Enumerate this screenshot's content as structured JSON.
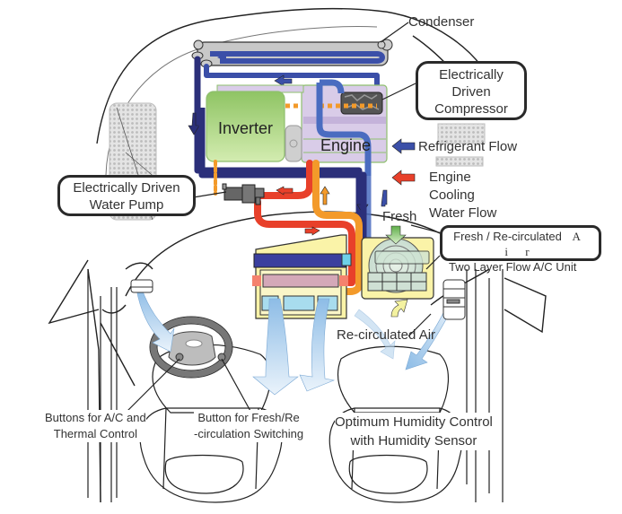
{
  "title": "Electrically driven A/C system layout with two-layer flow A/C unit",
  "colors": {
    "refrigerant": "#3b4fa8",
    "refrigerant_dark": "#2b2f7a",
    "coolant": "#e8402a",
    "coolant_orange": "#f39a2a",
    "inverter_green": "#9ccf6e",
    "engine_lavender": "#d9cce8",
    "ac_unit_yellow": "#faf3a8",
    "air_blue": "#8fbde6",
    "outline": "#222222"
  },
  "components": {
    "condenser": "Condenser",
    "inverter": "Inverter",
    "engine": "Engine",
    "compressor": [
      "Electrically",
      "Driven",
      "Compressor"
    ],
    "water_pump": [
      "Electrically Driven",
      "Water Pump"
    ],
    "ac_unit": "Two Layer Flow A/C Unit",
    "fresh_recirc": [
      "Fresh / Re-circulated",
      "A",
      "i r"
    ]
  },
  "legend": {
    "refrigerant_flow": "Refrigerant Flow",
    "coolant_flow": [
      "Engine",
      "Cooling",
      "Water Flow"
    ]
  },
  "air_labels": {
    "fresh": "Fresh",
    "recirculated": "Re-circulated Air"
  },
  "cabin_labels": {
    "ac_buttons": [
      "Buttons for A/C and",
      "Thermal Control"
    ],
    "fresh_button": [
      "Button for Fresh/Re",
      "-circulation Switching"
    ],
    "humidity": [
      "Optimum Humidity Control",
      "with Humidity Sensor"
    ]
  }
}
